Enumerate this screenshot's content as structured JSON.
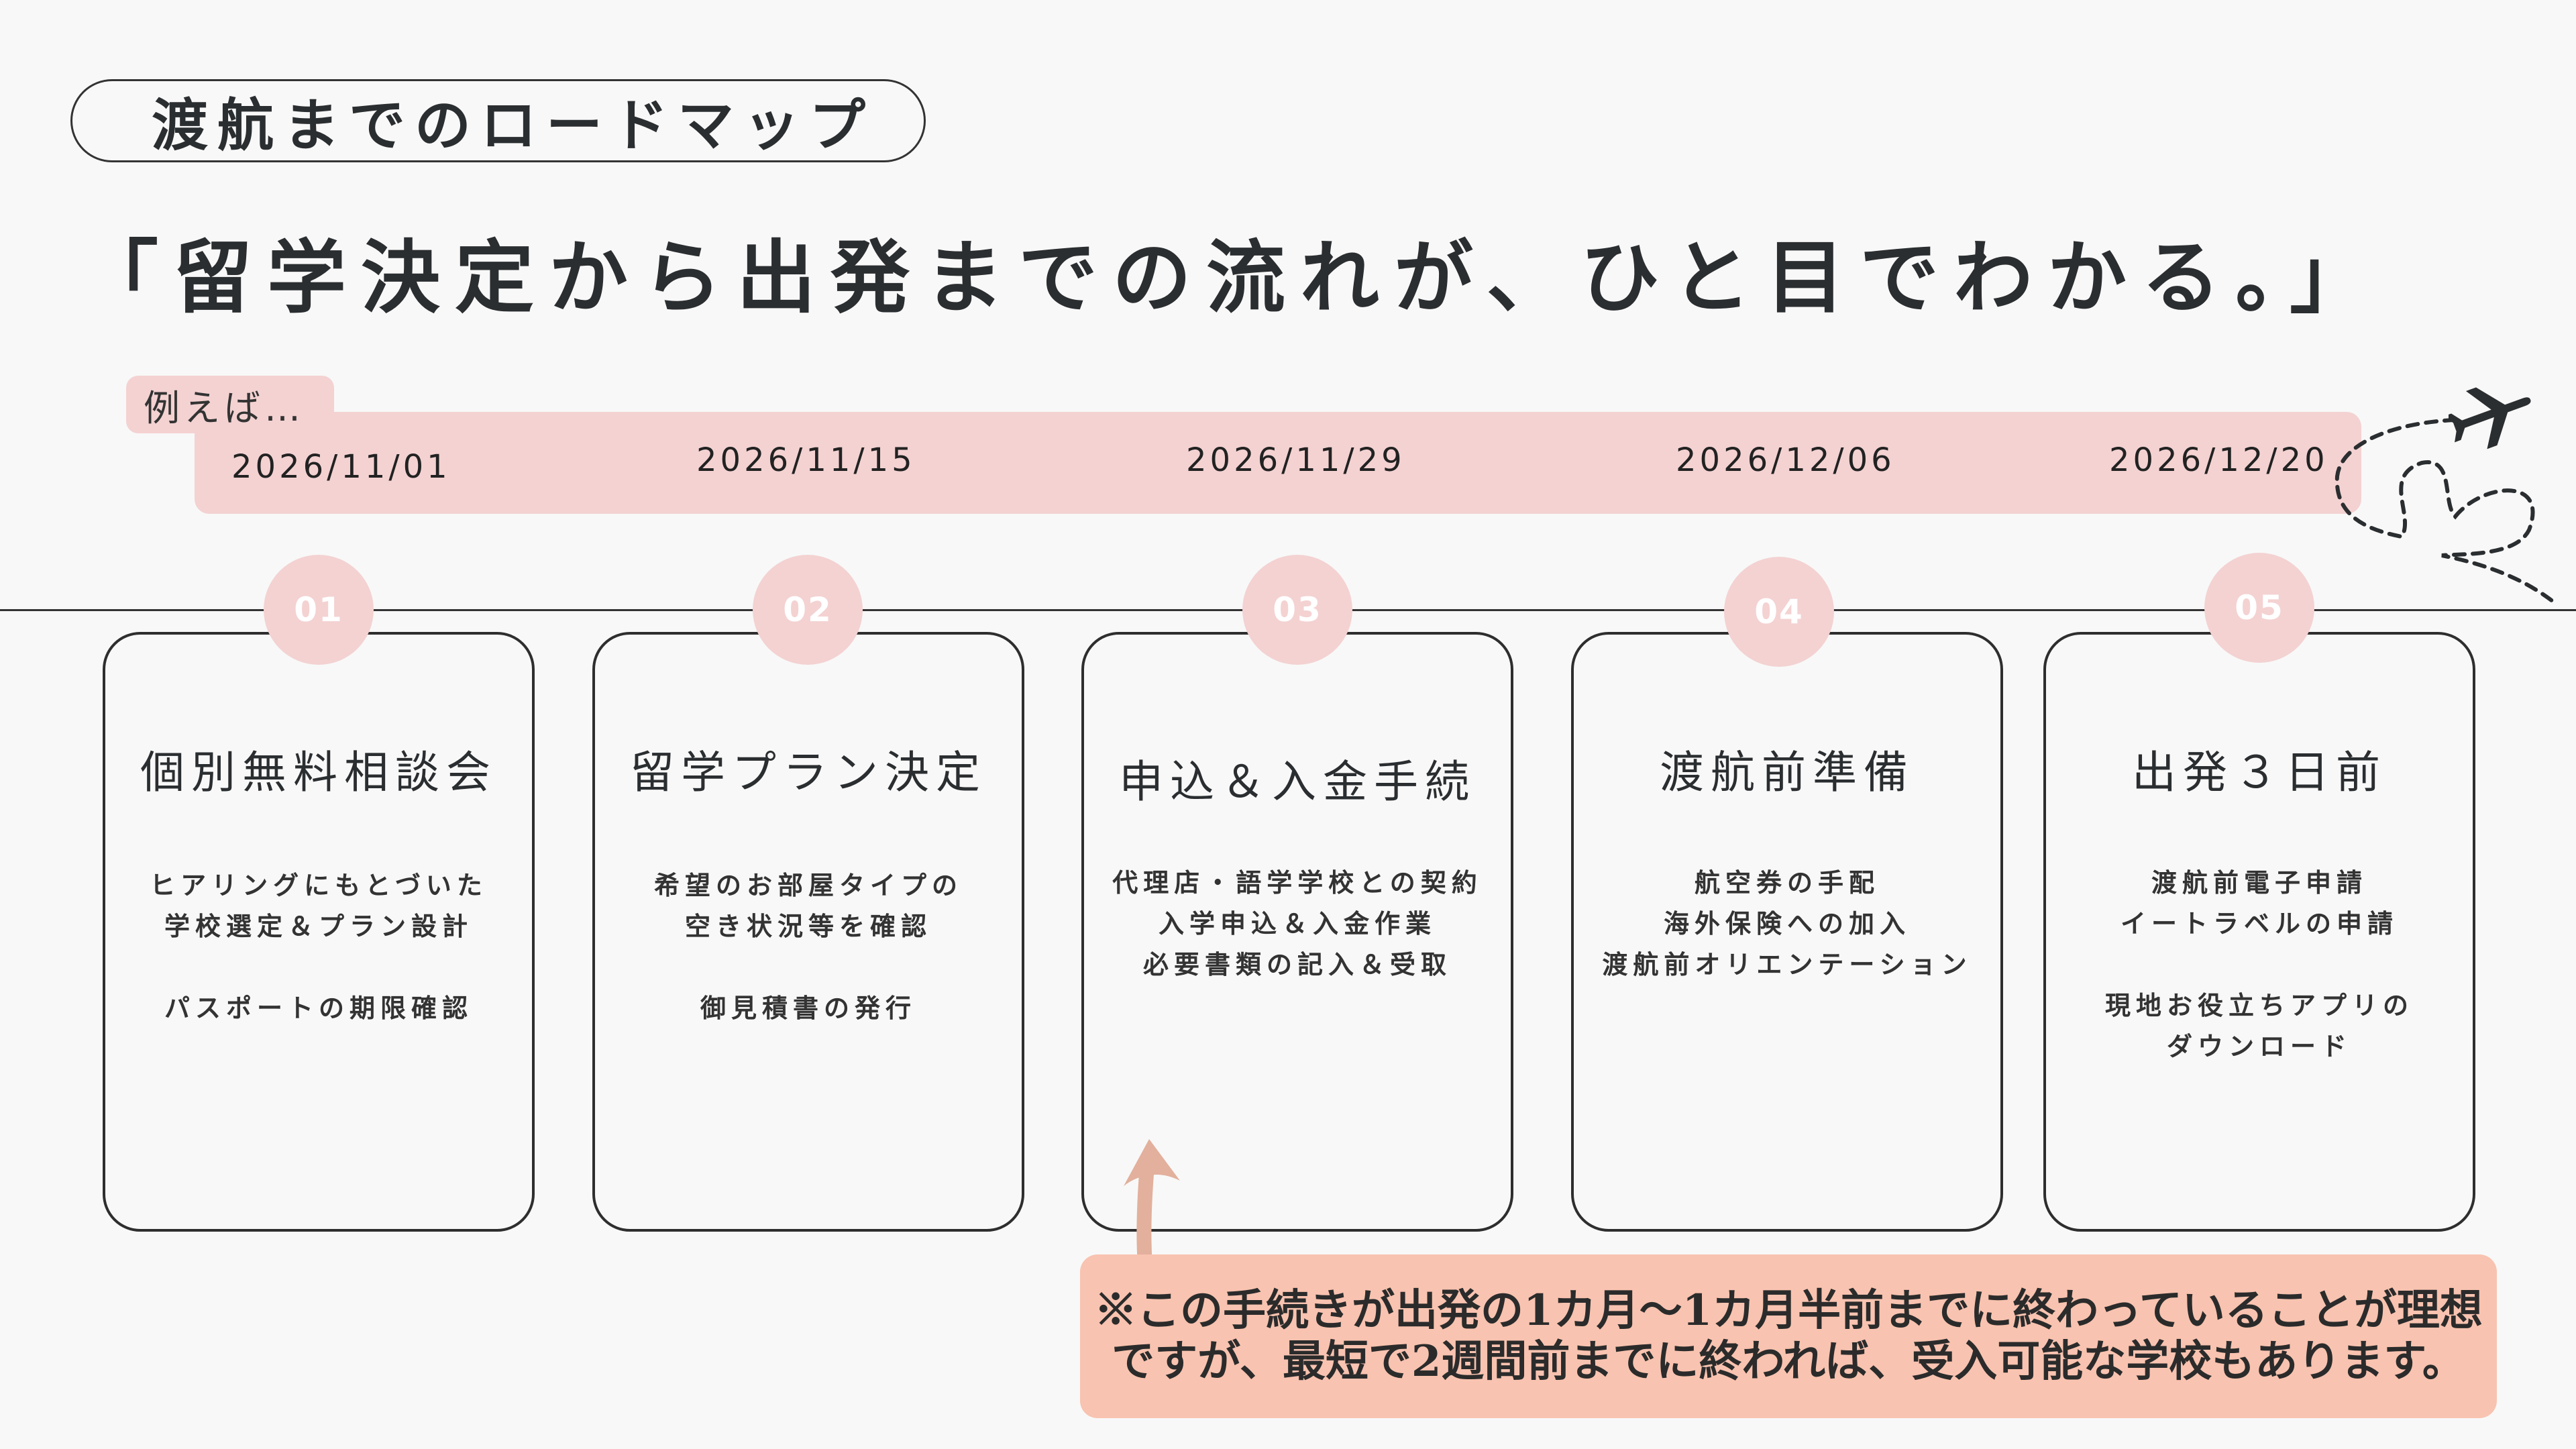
{
  "header": {
    "pill_title": "渡航までのロードマップ",
    "headline": "「留学決定から出発までの流れが、ひと目でわかる。」"
  },
  "timeline": {
    "tag": "例えば…",
    "dates": [
      "2026/11/01",
      "2026/11/15",
      "2026/11/29",
      "2026/12/06",
      "2026/12/20"
    ]
  },
  "steps": [
    {
      "num": "01",
      "title": "個別無料相談会",
      "lines": [
        "ヒアリングにもとづいた",
        "学校選定＆プラン設計",
        "",
        "パスポートの期限確認"
      ]
    },
    {
      "num": "02",
      "title": "留学プラン決定",
      "lines": [
        "希望のお部屋タイプの",
        "空き状況等を確認",
        "",
        "御見積書の発行"
      ]
    },
    {
      "num": "03",
      "title": "申込＆入金手続",
      "lines": [
        "代理店・語学学校との契約",
        "入学申込＆入金作業",
        "必要書類の記入＆受取"
      ]
    },
    {
      "num": "04",
      "title": "渡航前準備",
      "lines": [
        "航空券の手配",
        "海外保険への加入",
        "渡航前オリエンテーション"
      ]
    },
    {
      "num": "05",
      "title": "出発３日前",
      "lines": [
        "渡航前電子申請",
        "イートラベルの申請",
        "",
        "現地お役立ちアプリの",
        "ダウンロード"
      ]
    }
  ],
  "note": {
    "line1": "※この手続きが出発の1カ月〜1カ月半前までに終わっていることが理想",
    "line2": "ですが、最短で2週間前までに終われば、受入可能な学校もあります。"
  },
  "icons": {
    "plane": "airplane-icon",
    "arrow": "up-arrow-icon",
    "path": "dashed-heart-flight-path"
  },
  "colors": {
    "pink": "#f4d2d2",
    "salmon": "#f8c3b0",
    "ink": "#2b2e30",
    "background": "#f8f8f8"
  }
}
